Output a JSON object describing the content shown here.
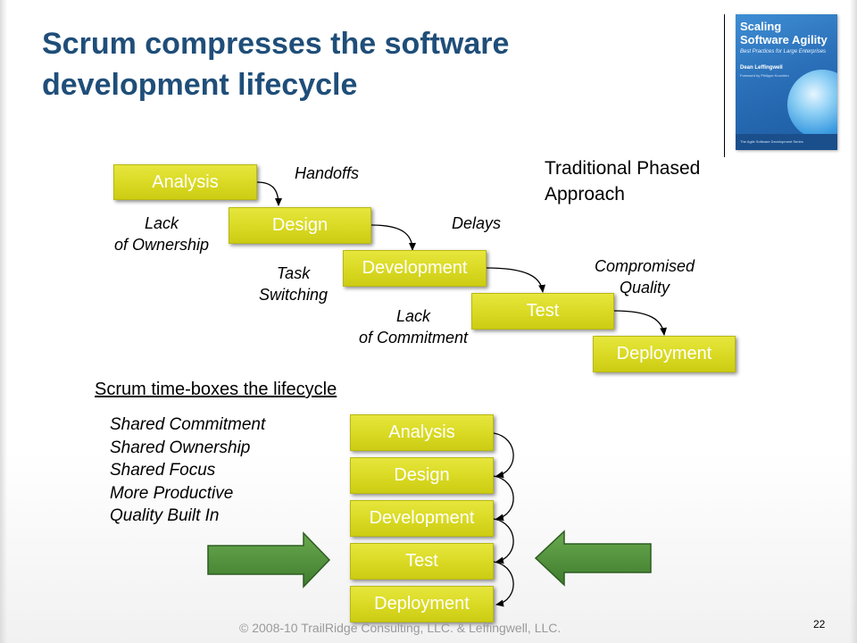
{
  "slide": {
    "title_lines": [
      "Scrum compresses the software",
      "development lifecycle"
    ],
    "page_number": "22",
    "footer": "© 2008-10 TrailRidge Consulting, LLC. & Leffingwell, LLC."
  },
  "book": {
    "title_line1": "Scaling",
    "title_line2": "Software Agility",
    "subtitle": "Best Practices for Large Enterprises",
    "author": "Dean Leffingwell",
    "foreword": "Foreword by Philippe Kruchten",
    "series": "The Agile Software Development Series"
  },
  "traditional": {
    "heading_lines": [
      "Traditional Phased",
      "Approach"
    ],
    "phases": [
      "Analysis",
      "Design",
      "Development",
      "Test",
      "Deployment"
    ],
    "issues": {
      "handoffs": [
        "Handoffs"
      ],
      "lack_ownership": [
        "Lack",
        "of Ownership"
      ],
      "delays": [
        "Delays"
      ],
      "task_switching": [
        "Task",
        "Switching"
      ],
      "compromised_quality": [
        "Compromised",
        "Quality"
      ],
      "lack_commitment": [
        "Lack",
        "of Commitment"
      ]
    }
  },
  "scrum": {
    "heading": "Scrum time-boxes the lifecycle",
    "benefits": [
      "Shared Commitment",
      "Shared Ownership",
      "Shared Focus",
      "More Productive",
      "Quality Built In"
    ],
    "phases": [
      "Analysis",
      "Design",
      "Development",
      "Test",
      "Deployment"
    ]
  },
  "colors": {
    "title": "#1f4e79",
    "phase_box": "#d9d923",
    "phase_text": "#ffffff",
    "big_arrow": "#4f8f3c",
    "connector": "#000000"
  }
}
